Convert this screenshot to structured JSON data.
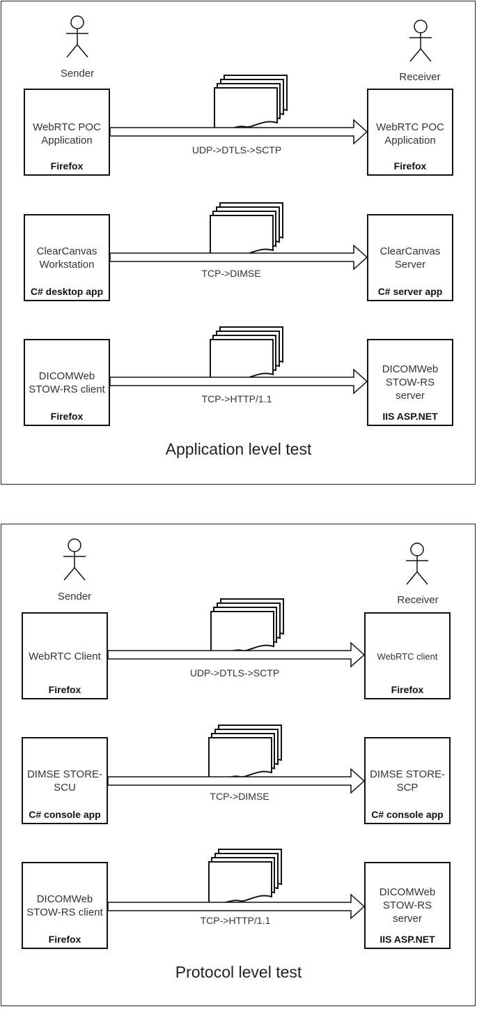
{
  "panels": [
    {
      "title": "Application level test",
      "sender_label": "Sender",
      "receiver_label": "Receiver",
      "rows": [
        {
          "sender_title": "WebRTC POC Application",
          "sender_platform": "Firefox",
          "protocol": "UDP->DTLS->SCTP",
          "receiver_title": "WebRTC POC Application",
          "receiver_platform": "Firefox"
        },
        {
          "sender_title": "ClearCanvas Workstation",
          "sender_platform": "C# desktop app",
          "protocol": "TCP->DIMSE",
          "receiver_title": "ClearCanvas Server",
          "receiver_platform": "C# server app"
        },
        {
          "sender_title": "DICOMWeb STOW-RS client",
          "sender_platform": "Firefox",
          "protocol": "TCP->HTTP/1.1",
          "receiver_title": "DICOMWeb STOW-RS server",
          "receiver_platform": "IIS ASP.NET"
        }
      ]
    },
    {
      "title": "Protocol level test",
      "sender_label": "Sender",
      "receiver_label": "Receiver",
      "rows": [
        {
          "sender_title": "WebRTC Client",
          "sender_platform": "Firefox",
          "protocol": "UDP->DTLS->SCTP",
          "receiver_title": "WebRTC client",
          "receiver_platform": "Firefox"
        },
        {
          "sender_title": "DIMSE STORE-SCU",
          "sender_platform": "C# console app",
          "protocol": "TCP->DIMSE",
          "receiver_title": "DIMSE STORE-SCP",
          "receiver_platform": "C# console app"
        },
        {
          "sender_title": "DICOMWeb STOW-RS client",
          "sender_platform": "Firefox",
          "protocol": "TCP->HTTP/1.1",
          "receiver_title": "DICOMWeb STOW-RS server",
          "receiver_platform": "IIS ASP.NET"
        }
      ]
    }
  ]
}
